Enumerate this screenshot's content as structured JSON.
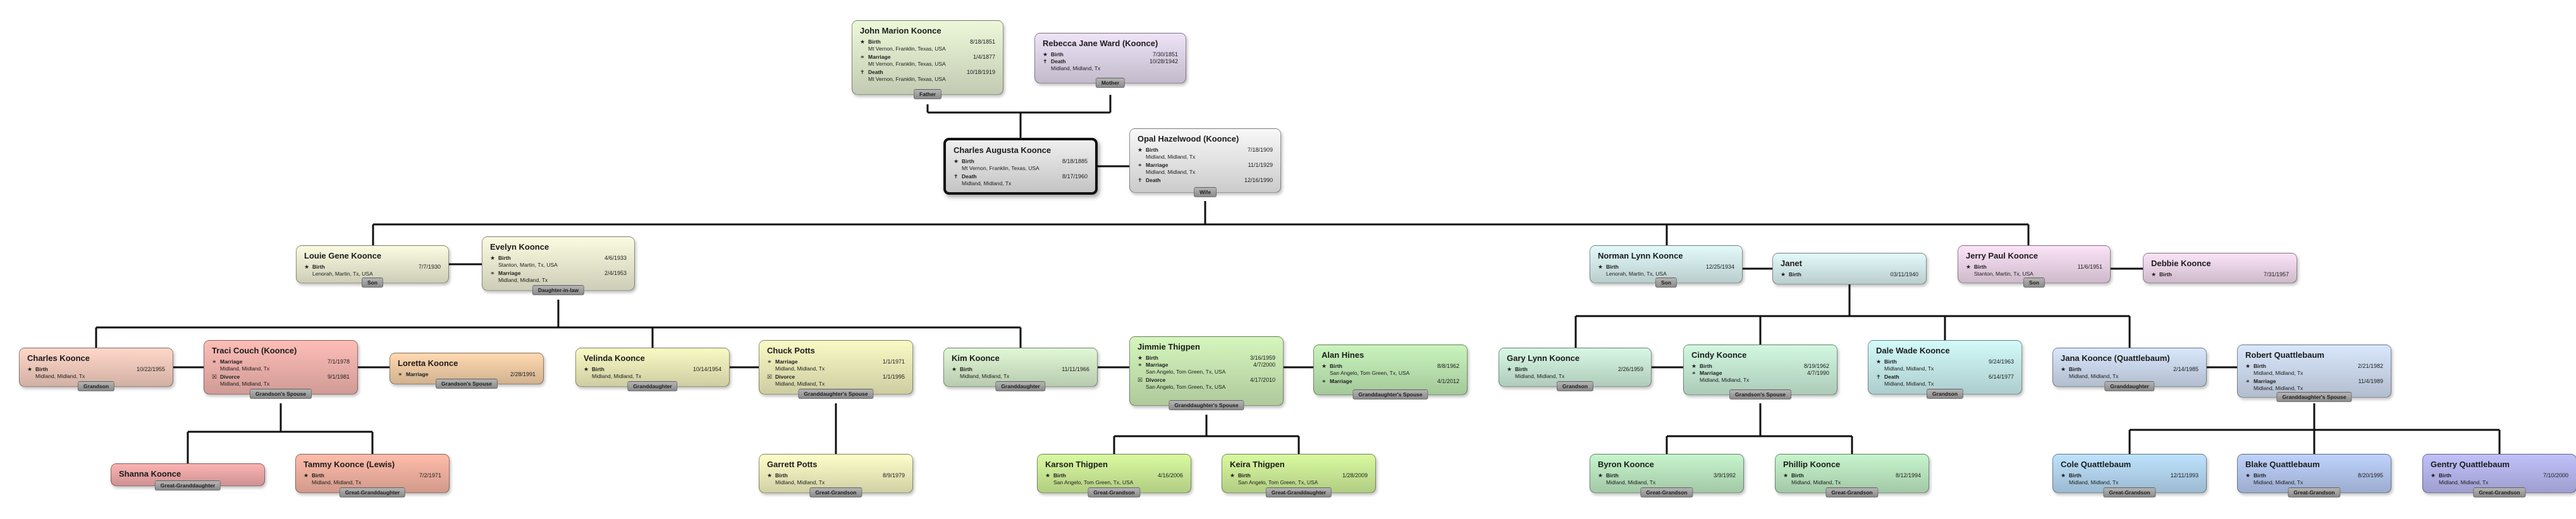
{
  "people": {
    "john_marion": {
      "name": "John Marion Koonce",
      "color": "#e2eccf",
      "facts": [
        {
          "icon": "birth-icon",
          "label": "Birth",
          "date": "8/18/1851",
          "place": "Mt Vernon, Franklin, Texas, USA"
        },
        {
          "icon": "marriage-icon",
          "label": "Marriage",
          "date": "1/4/1877",
          "place": "Mt Vernon, Franklin, Texas, USA"
        },
        {
          "icon": "death-icon",
          "label": "Death",
          "date": "10/18/1919",
          "place": "Mt Vernon, Franklin, Texas, USA"
        }
      ],
      "role": "Father"
    },
    "rebecca_jane": {
      "name": "Rebecca Jane Ward (Koonce)",
      "color": "#e3d8ec",
      "facts": [
        {
          "icon": "birth-icon",
          "label": "Birth",
          "date": "7/30/1851",
          "place": ""
        },
        {
          "icon": "death-icon",
          "label": "Death",
          "date": "10/28/1942",
          "place": "Midland, Midland, Tx"
        }
      ],
      "role": "Mother"
    },
    "charles_augusta": {
      "name": "Charles Augusta Koonce",
      "color": "#e4e4e4",
      "facts": [
        {
          "icon": "birth-icon",
          "label": "Birth",
          "date": "8/18/1885",
          "place": "Mt Vernon, Franklin, Texas, USA"
        },
        {
          "icon": "death-icon",
          "label": "Death",
          "date": "8/17/1960",
          "place": "Midland, Midland, Tx"
        }
      ],
      "role": ""
    },
    "opal_hazelwood": {
      "name": "Opal Hazelwood (Koonce)",
      "color": "#ececec",
      "facts": [
        {
          "icon": "birth-icon",
          "label": "Birth",
          "date": "7/18/1909",
          "place": "Midland, Midland, Tx"
        },
        {
          "icon": "marriage-icon",
          "label": "Marriage",
          "date": "11/1/1929",
          "place": "Midland, Midland, Tx"
        },
        {
          "icon": "death-icon",
          "label": "Death",
          "date": "12/16/1990",
          "place": ""
        }
      ],
      "role": "Wife"
    },
    "louie_gene": {
      "name": "Louie Gene Koonce",
      "color": "#efefd6",
      "facts": [
        {
          "icon": "birth-icon",
          "label": "Birth",
          "date": "7/7/1930",
          "place": "Lenorah, Martin, Tx, USA"
        }
      ],
      "role": "Son"
    },
    "evelyn": {
      "name": "Evelyn Koonce",
      "color": "#efefd6",
      "facts": [
        {
          "icon": "birth-icon",
          "label": "Birth",
          "date": "4/6/1933",
          "place": "Stanton, Martin, Tx, USA"
        },
        {
          "icon": "marriage-icon",
          "label": "Marriage",
          "date": "2/4/1953",
          "place": "Midland, Midland, Tx"
        }
      ],
      "role": "Daughter-in-law"
    },
    "norman_lynn": {
      "name": "Norman Lynn Koonce",
      "color": "#d8eeee",
      "facts": [
        {
          "icon": "birth-icon",
          "label": "Birth",
          "date": "12/25/1934",
          "place": "Lenorah, Martin, Tx, USA"
        }
      ],
      "role": "Son"
    },
    "janet": {
      "name": "Janet",
      "color": "#d8eeee",
      "facts": [
        {
          "icon": "birth-icon",
          "label": "Birth",
          "date": "03/11/1940",
          "place": ""
        }
      ],
      "role": ""
    },
    "jerry_paul": {
      "name": "Jerry Paul Koonce",
      "color": "#f0d8ec",
      "facts": [
        {
          "icon": "birth-icon",
          "label": "Birth",
          "date": "11/6/1951",
          "place": "Stanton, Martin, Tx, USA"
        }
      ],
      "role": "Son"
    },
    "debbie": {
      "name": "Debbie Koonce",
      "color": "#f0d8ec",
      "facts": [
        {
          "icon": "birth-icon",
          "label": "Birth",
          "date": "7/31/1957",
          "place": ""
        }
      ],
      "role": ""
    },
    "charles": {
      "name": "Charles Koonce",
      "color": "#f4cdbf",
      "facts": [
        {
          "icon": "birth-icon",
          "label": "Birth",
          "date": "10/22/1955",
          "place": "Midland, Midland, Tx"
        }
      ],
      "role": "Grandson"
    },
    "traci_couch": {
      "name": "Traci Couch (Koonce)",
      "color": "#f2b4ae",
      "facts": [
        {
          "icon": "marriage-icon",
          "label": "Marriage",
          "date": "7/1/1978",
          "place": "Midland, Midland, Tx"
        },
        {
          "icon": "divorce-icon",
          "label": "Divorce",
          "date": "9/1/1981",
          "place": "Midland, Midland, Tx"
        }
      ],
      "role": "Grandson's Spouse"
    },
    "loretta": {
      "name": "Loretta Koonce",
      "color": "#f3cfa8",
      "facts": [
        {
          "icon": "marriage-icon",
          "label": "Marriage",
          "date": "2/28/1991",
          "place": ""
        }
      ],
      "role": "Grandson's Spouse"
    },
    "velinda": {
      "name": "Velinda Koonce",
      "color": "#eeeebc",
      "facts": [
        {
          "icon": "birth-icon",
          "label": "Birth",
          "date": "10/14/1954",
          "place": "Midland, Midland, Tx"
        }
      ],
      "role": "Granddaughter"
    },
    "chuck_potts": {
      "name": "Chuck Potts",
      "color": "#eeeebc",
      "facts": [
        {
          "icon": "marriage-icon",
          "label": "Marriage",
          "date": "1/1/1971",
          "place": "Midland, Midland, Tx"
        },
        {
          "icon": "divorce-icon",
          "label": "Divorce",
          "date": "1/1/1995",
          "place": "Midland, Midland, Tx"
        }
      ],
      "role": "Granddaughter's Spouse"
    },
    "kim": {
      "name": "Kim Koonce",
      "color": "#d6eccb",
      "facts": [
        {
          "icon": "birth-icon",
          "label": "Birth",
          "date": "11/11/1966",
          "place": "Midland, Midland, Tx"
        }
      ],
      "role": "Granddaughter"
    },
    "jimmie_thigpen": {
      "name": "Jimmie Thigpen",
      "color": "#cbeab4",
      "facts": [
        {
          "icon": "birth-icon",
          "label": "Birth",
          "date": "3/16/1959",
          "place": ""
        },
        {
          "icon": "marriage-icon",
          "label": "Marriage",
          "date": "4/7/2000",
          "place": "San Angelo, Tom Green, Tx, USA"
        },
        {
          "icon": "divorce-icon",
          "label": "Divorce",
          "date": "4/17/2010",
          "place": "San Angelo, Tom Green, Tx, USA"
        }
      ],
      "role": "Granddaughter's Spouse"
    },
    "alan_hines": {
      "name": "Alan Hines",
      "color": "#bfe8b3",
      "facts": [
        {
          "icon": "birth-icon",
          "label": "Birth",
          "date": "8/8/1962",
          "place": "San Angelo, Tom Green, Tx, USA"
        },
        {
          "icon": "marriage-icon",
          "label": "Marriage",
          "date": "4/1/2012",
          "place": ""
        }
      ],
      "role": "Granddaughter's Spouse"
    },
    "gary_lynn": {
      "name": "Gary Lynn Koonce",
      "color": "#cdecd9",
      "facts": [
        {
          "icon": "birth-icon",
          "label": "Birth",
          "date": "2/26/1959",
          "place": "Midland, Midland, Tx"
        }
      ],
      "role": "Grandson"
    },
    "cindy": {
      "name": "Cindy Koonce",
      "color": "#c8ecd6",
      "facts": [
        {
          "icon": "birth-icon",
          "label": "Birth",
          "date": "8/19/1962",
          "place": ""
        },
        {
          "icon": "marriage-icon",
          "label": "Marriage",
          "date": "4/7/1990",
          "place": "Midland, Midland, Tx"
        }
      ],
      "role": "Grandson's Spouse"
    },
    "dale_wade": {
      "name": "Dale Wade Koonce",
      "color": "#c9eeee",
      "facts": [
        {
          "icon": "birth-icon",
          "label": "Birth",
          "date": "9/24/1963",
          "place": "Midland, Midland, Tx"
        },
        {
          "icon": "death-icon",
          "label": "Death",
          "date": "6/14/1977",
          "place": "Midland, Midland, Tx"
        }
      ],
      "role": "Grandson"
    },
    "jana": {
      "name": "Jana Koonce (Quattlebaum)",
      "color": "#cfdcf0",
      "facts": [
        {
          "icon": "birth-icon",
          "label": "Birth",
          "date": "2/14/1985",
          "place": "Midland, Midland, Tx"
        }
      ],
      "role": "Granddaughter"
    },
    "robert_q": {
      "name": "Robert Quattlebaum",
      "color": "#cfdcf0",
      "facts": [
        {
          "icon": "birth-icon",
          "label": "Birth",
          "date": "2/21/1982",
          "place": "Midland, Midland, Tx"
        },
        {
          "icon": "marriage-icon",
          "label": "Marriage",
          "date": "11/4/1989",
          "place": "Midland, Midland, Tx"
        }
      ],
      "role": "Granddaughter's Spouse"
    },
    "shanna": {
      "name": "Shanna Koonce",
      "color": "#f0aaaa",
      "facts": [],
      "role": "Great-Granddaughter"
    },
    "tammy": {
      "name": "Tammy Koonce (Lewis)",
      "color": "#f3b3a2",
      "facts": [
        {
          "icon": "birth-icon",
          "label": "Birth",
          "date": "7/2/1971",
          "place": "Midland, Midland, Tx"
        }
      ],
      "role": "Great-Granddaughter"
    },
    "garrett": {
      "name": "Garrett Potts",
      "color": "#f2f2c0",
      "facts": [
        {
          "icon": "birth-icon",
          "label": "Birth",
          "date": "8/9/1979",
          "place": "Midland, Midland, Tx"
        }
      ],
      "role": "Great-Grandson"
    },
    "karson": {
      "name": "Karson Thigpen",
      "color": "#cfee98",
      "facts": [
        {
          "icon": "birth-icon",
          "label": "Birth",
          "date": "4/16/2006",
          "place": "San Angelo, Tom Green, Tx, USA"
        }
      ],
      "role": "Great-Grandson"
    },
    "keira": {
      "name": "Keira Thigpen",
      "color": "#cfee98",
      "facts": [
        {
          "icon": "birth-icon",
          "label": "Birth",
          "date": "1/28/2009",
          "place": "San Angelo, Tom Green, Tx, USA"
        }
      ],
      "role": "Great-Granddaughter"
    },
    "byron": {
      "name": "Byron Koonce",
      "color": "#bde9c2",
      "facts": [
        {
          "icon": "birth-icon",
          "label": "Birth",
          "date": "3/9/1992",
          "place": "Midland, Midland, Tx"
        }
      ],
      "role": "Great-Grandson"
    },
    "phillip": {
      "name": "Phillip Koonce",
      "color": "#bde9c2",
      "facts": [
        {
          "icon": "birth-icon",
          "label": "Birth",
          "date": "8/12/1994",
          "place": "Midland, Midland, Tx"
        }
      ],
      "role": "Great-Grandson"
    },
    "cole": {
      "name": "Cole Quattlebaum",
      "color": "#b5d8f2",
      "facts": [
        {
          "icon": "birth-icon",
          "label": "Birth",
          "date": "12/11/1993",
          "place": "Midland, Midland, Tx"
        }
      ],
      "role": "Great-Grandson"
    },
    "blake": {
      "name": "Blake Quattlebaum",
      "color": "#b5c8f0",
      "facts": [
        {
          "icon": "birth-icon",
          "label": "Birth",
          "date": "8/20/1995",
          "place": "Midland, Midland, Tx"
        }
      ],
      "role": "Great-Grandson"
    },
    "gentry": {
      "name": "Gentry Quattlebaum",
      "color": "#b8b8ef",
      "facts": [
        {
          "icon": "birth-icon",
          "label": "Birth",
          "date": "7/10/2000",
          "place": "Midland, Midland, Tx"
        }
      ],
      "role": "Great-Grandson"
    }
  },
  "icons": {
    "birth-icon": "★",
    "marriage-icon": "⚭",
    "divorce-icon": "☒",
    "death-icon": "✝"
  }
}
